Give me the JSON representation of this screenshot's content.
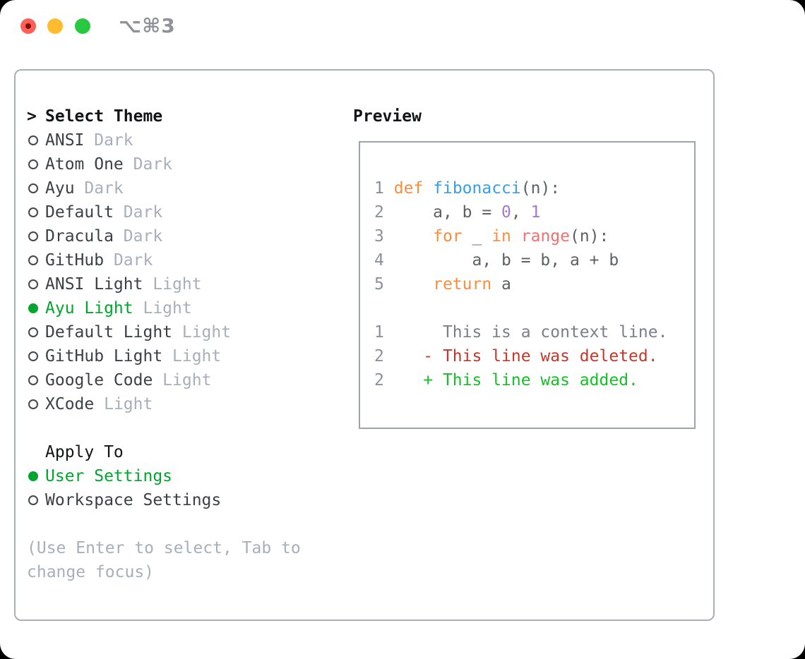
{
  "titlebar": {
    "shortcut": "⌥⌘3",
    "traffic_lights": [
      "close-icon",
      "minimize-icon",
      "zoom-icon"
    ]
  },
  "theme_panel": {
    "cursor_marker": ">",
    "title": "Select Theme",
    "themes": [
      {
        "name": "ANSI",
        "variant": "Dark",
        "selected": false
      },
      {
        "name": "Atom One",
        "variant": "Dark",
        "selected": false
      },
      {
        "name": "Ayu",
        "variant": "Dark",
        "selected": false
      },
      {
        "name": "Default",
        "variant": "Dark",
        "selected": false
      },
      {
        "name": "Dracula",
        "variant": "Dark",
        "selected": false
      },
      {
        "name": "GitHub",
        "variant": "Dark",
        "selected": false
      },
      {
        "name": "ANSI Light",
        "variant": "Light",
        "selected": false
      },
      {
        "name": "Ayu Light",
        "variant": "Light",
        "selected": true
      },
      {
        "name": "Default Light",
        "variant": "Light",
        "selected": false
      },
      {
        "name": "GitHub Light",
        "variant": "Light",
        "selected": false
      },
      {
        "name": "Google Code",
        "variant": "Light",
        "selected": false
      },
      {
        "name": "XCode",
        "variant": "Light",
        "selected": false
      }
    ],
    "apply_to": {
      "title": "Apply To",
      "options": [
        {
          "label": "User Settings",
          "selected": true
        },
        {
          "label": "Workspace Settings",
          "selected": false
        }
      ]
    },
    "help_lines": [
      "(Use Enter to select, Tab to",
      "change focus)"
    ]
  },
  "preview": {
    "title": "Preview",
    "lines": [
      {
        "num": "1",
        "tokens": [
          [
            " ",
            "fg"
          ],
          [
            "def",
            "kw"
          ],
          [
            " ",
            "fg"
          ],
          [
            "fibonacci",
            "fn"
          ],
          [
            "(n):",
            "fg"
          ]
        ]
      },
      {
        "num": "2",
        "tokens": [
          [
            "     a, b = ",
            "fg"
          ],
          [
            "0",
            "num"
          ],
          [
            ", ",
            "fg"
          ],
          [
            "1",
            "num"
          ]
        ]
      },
      {
        "num": "3",
        "tokens": [
          [
            "     ",
            "fg"
          ],
          [
            "for",
            "kw"
          ],
          [
            " _ ",
            "fg"
          ],
          [
            "in",
            "kw"
          ],
          [
            " ",
            "fg"
          ],
          [
            "range",
            "bi"
          ],
          [
            "(n):",
            "fg"
          ]
        ]
      },
      {
        "num": "4",
        "tokens": [
          [
            "         a, b = b, a + b",
            "fg"
          ]
        ]
      },
      {
        "num": "5",
        "tokens": [
          [
            "     ",
            "fg"
          ],
          [
            "return",
            "kw"
          ],
          [
            " a",
            "fg"
          ]
        ]
      },
      {
        "num": "",
        "tokens": []
      },
      {
        "num": "1",
        "tokens": [
          [
            "      This is a context line.",
            "ctx"
          ]
        ]
      },
      {
        "num": "2",
        "tokens": [
          [
            "    ",
            "fg"
          ],
          [
            "- This line was deleted.",
            "del"
          ]
        ]
      },
      {
        "num": "2",
        "tokens": [
          [
            "    ",
            "fg"
          ],
          [
            "+ This line was added.",
            "add"
          ]
        ]
      }
    ]
  },
  "palette": {
    "fg": "#5c6166",
    "kw": "#fa8d3e",
    "fn": "#399ee6",
    "numlit": "#a37acc",
    "bi": "#f07171",
    "lnum": "#8a9199",
    "ctx": "#7a8087",
    "del": "#c5372b",
    "add": "#16bf27",
    "green": "#00a52e",
    "item": "#3b4046",
    "muted": "#a6afba",
    "heading": "#121417",
    "border1": "#a8afb9",
    "border2": "#9ba3ad",
    "shortcut": "#8f9399",
    "red": "#ff5f57",
    "reddot": "#7c100a",
    "yellow": "#febc2e",
    "greenlight": "#28c840"
  }
}
